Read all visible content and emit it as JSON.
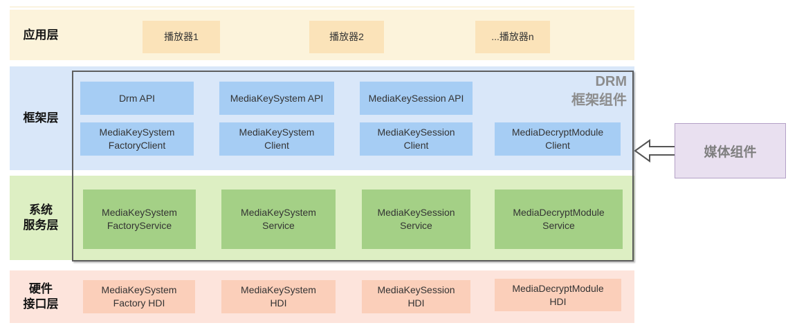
{
  "diagram": {
    "layers": {
      "app": {
        "label": "应用层",
        "players": [
          "播放器1",
          "播放器2",
          "...播放器n"
        ]
      },
      "framework": {
        "label": "框架层",
        "api_boxes": [
          "Drm API",
          "MediaKeySystem API",
          "MediaKeySession API"
        ],
        "client_boxes": [
          "MediaKeySystem\nFactoryClient",
          "MediaKeySystem\nClient",
          "MediaKeySession\nClient",
          "MediaDecryptModule\nClient"
        ]
      },
      "system_service": {
        "label": "系统\n服务层",
        "service_boxes": [
          "MediaKeySystem\nFactoryService",
          "MediaKeySystem\nService",
          "MediaKeySession\nService",
          "MediaDecryptModule\nService"
        ]
      },
      "hardware_interface": {
        "label": "硬件\n接口层",
        "hdi_boxes": [
          "MediaKeySystem\nFactory HDI",
          "MediaKeySystem\nHDI",
          "MediaKeySession\nHDI",
          "MediaDecryptModule\nHDI"
        ]
      }
    },
    "drm_group_title": "DRM\n框架组件",
    "media_component_label": "媒体组件",
    "colors": {
      "app_band": "#FCF3DB",
      "player_box": "#FBE3B9",
      "framework_band": "#D9E7F9",
      "framework_box": "#A6CDF4",
      "system_band": "#DDEFC3",
      "system_box": "#A4D086",
      "hardware_band": "#FDE4DC",
      "hardware_box": "#FBCFBA",
      "media_box_fill": "#E9E0F0",
      "media_box_border": "#B3A0C6",
      "drm_outline_border": "#5E5E5E",
      "drm_title_text": "#8C8C8C"
    }
  }
}
